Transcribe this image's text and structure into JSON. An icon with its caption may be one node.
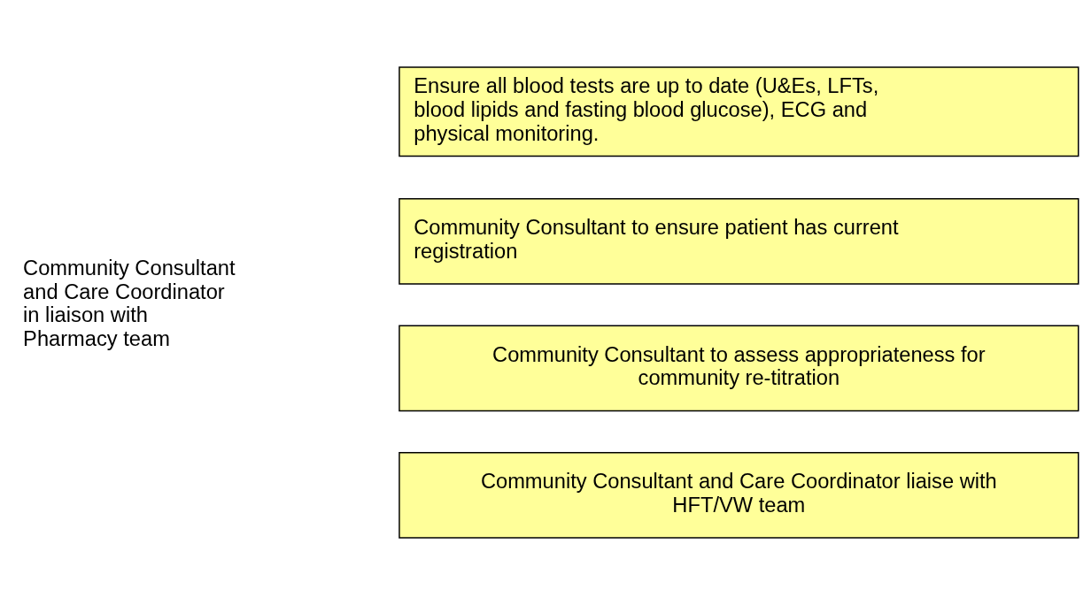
{
  "diagram": {
    "nodes": [
      {
        "text": [
          "Ensure all blood tests are up to date (U&Es, LFTs, blood lipids and fasting blood glucose), ECG and physical monitoring."
        ]
      },
      {
        "text": [
          "Community Consultant to ensure patient has current registration"
        ]
      },
      {
        "text": [
          "Community Consultant to assess appropriateness for community re-titration"
        ]
      },
      {
        "text": [
          "Community Consultant and Care Coordinator liaise with HFT/VW team"
        ]
      }
    ],
    "edges": [],
    "labels": [
      "Community Consultant and Care Coordinator in liaison with Pharmacy team"
    ]
  }
}
